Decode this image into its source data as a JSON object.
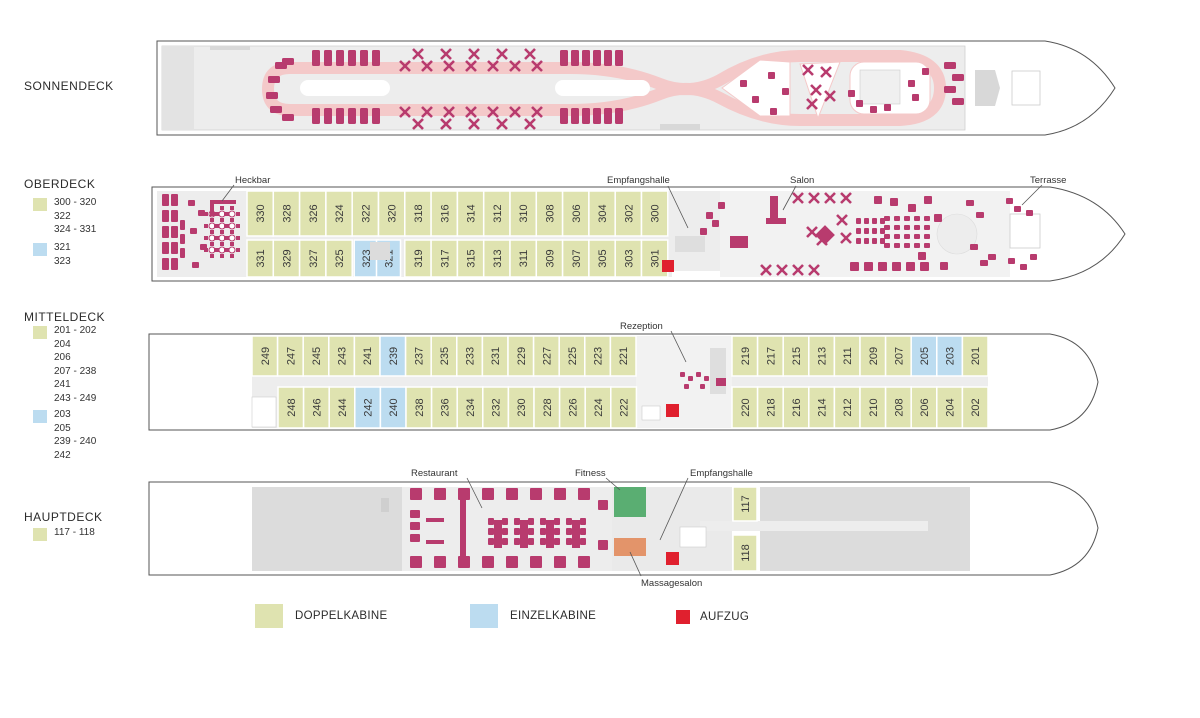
{
  "decks": {
    "sonnendeck": {
      "name": "SONNENDECK"
    },
    "oberdeck": {
      "name": "OBERDECK",
      "legend_double": [
        "300 - 320",
        "322",
        "324 - 331"
      ],
      "legend_single": [
        "321",
        "323"
      ],
      "top_row": [
        "330",
        "328",
        "326",
        "324",
        "322",
        "320",
        "318",
        "316",
        "314",
        "312",
        "310",
        "308",
        "306",
        "304",
        "302",
        "300"
      ],
      "bottom_row": [
        "331",
        "329",
        "327",
        "325",
        "323",
        "321",
        "319",
        "317",
        "315",
        "313",
        "311",
        "309",
        "307",
        "305",
        "303",
        "301"
      ],
      "bottom_single": [
        "323",
        "321"
      ],
      "labels": {
        "heckbar": "Heckbar",
        "empfangshalle": "Empfangshalle",
        "salon": "Salon",
        "terrasse": "Terrasse"
      }
    },
    "mitteldeck": {
      "name": "MITTELDECK",
      "legend_double": [
        "201 - 202",
        "204",
        "206",
        "207 - 238",
        "241",
        "243 - 249"
      ],
      "legend_single": [
        "203",
        "205",
        "239 - 240",
        "242"
      ],
      "top_left": [
        "249",
        "247",
        "245",
        "243",
        "241",
        "239",
        "237",
        "235",
        "233",
        "231",
        "229",
        "227",
        "225",
        "223",
        "221"
      ],
      "top_right": [
        "219",
        "217",
        "215",
        "213",
        "211",
        "209",
        "207",
        "205",
        "203",
        "201"
      ],
      "bottom_left": [
        "248",
        "246",
        "244",
        "242",
        "240",
        "238",
        "236",
        "234",
        "232",
        "230",
        "228",
        "226",
        "224",
        "222"
      ],
      "bottom_right": [
        "220",
        "218",
        "216",
        "214",
        "212",
        "210",
        "208",
        "206",
        "204",
        "202"
      ],
      "single": [
        "239",
        "242",
        "240",
        "205",
        "203"
      ],
      "labels": {
        "rezeption": "Rezeption"
      }
    },
    "hauptdeck": {
      "name": "HAUPTDECK",
      "legend_double": [
        "117 - 118"
      ],
      "cabins": [
        "117",
        "118"
      ],
      "labels": {
        "restaurant": "Restaurant",
        "fitness": "Fitness",
        "empfangshalle": "Empfangshalle",
        "massagesalon": "Massagesalon"
      }
    }
  },
  "key": {
    "double": "DOPPELKABINE",
    "single": "EINZELKABINE",
    "elevator": "AUFZUG"
  },
  "colors": {
    "double_cabin": "#dfe3b0",
    "single_cabin": "#bcdcf0",
    "elevator": "#e0202e",
    "furniture": "#b83b6e",
    "sundeck_path": "#f4c9c9",
    "fitness": "#5aae72",
    "massage": "#e3946a",
    "deck_floor": "#ededed",
    "hull_outline": "#555555"
  }
}
